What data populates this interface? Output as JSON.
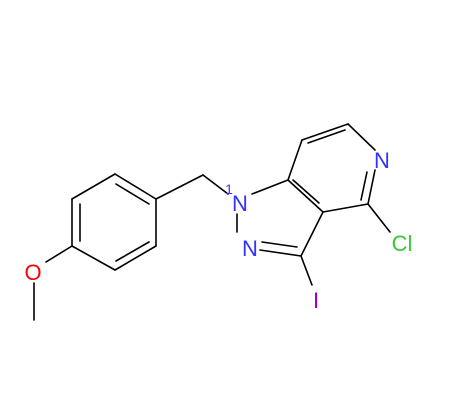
{
  "molecule": {
    "atoms": {
      "N_pyridine": "N",
      "Cl": "Cl",
      "I": "I",
      "N1": "N",
      "N1_locant": "1",
      "N2": "N",
      "O": "O"
    }
  },
  "colors": {
    "bond": "#000000",
    "nitrogen": "#3333ff",
    "chlorine": "#33cc33",
    "iodine": "#9400d3",
    "oxygen": "#ff0000"
  }
}
